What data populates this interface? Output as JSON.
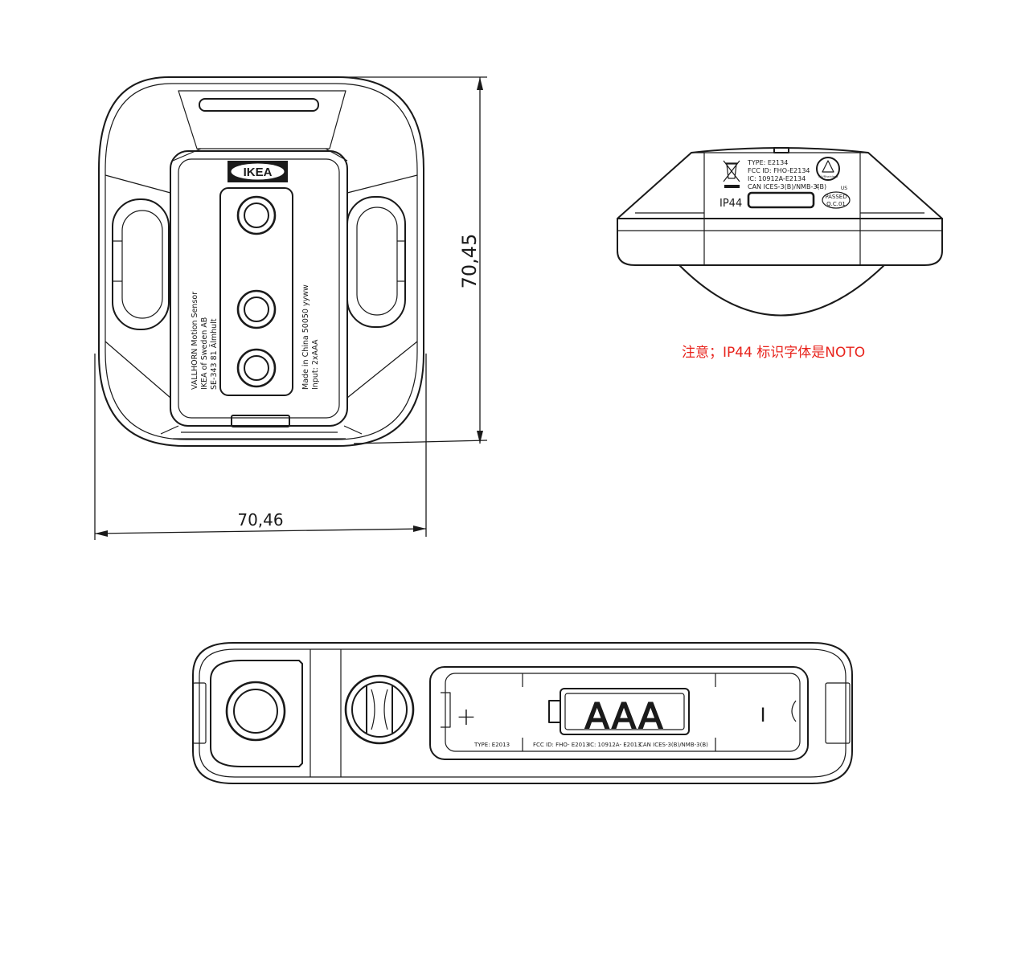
{
  "dimensions": {
    "width": "70,46",
    "height": "70,45"
  },
  "front_view": {
    "brand": "IKEA",
    "label_left": [
      "VALLHORN Motion Sensor",
      "IKEA of Sweden AB",
      "SE-343 81 Älmhult"
    ],
    "label_right": [
      "Made in China 50050 yyww",
      "Input: 2xAAA"
    ]
  },
  "side_view": {
    "type": "TYPE: E2134",
    "fcc": "FCC ID: FHO-E2134",
    "ic": "IC: 10912A-E2134",
    "can": "CAN ICES-3(B)/NMB-3(B)",
    "ip": "IP44",
    "passed": "PASSED",
    "qc": "Q.C.01",
    "cert_c": "C",
    "cert_us": "US",
    "cert_mark": "TÜVRheinland"
  },
  "note": "注意；IP44 标识字体是NOTO",
  "battery_view": {
    "battery": "AAA",
    "plus": "+",
    "minus": "I",
    "type": "TYPE: E2013",
    "fcc": "FCC ID: FHO- E2013",
    "ic": "IC: 10912A- E2013",
    "can": "CAN ICES-3(B)/NMB-3(B)"
  },
  "colors": {
    "line": "#1a1a1a",
    "note": "#e8231c",
    "background": "#ffffff"
  }
}
